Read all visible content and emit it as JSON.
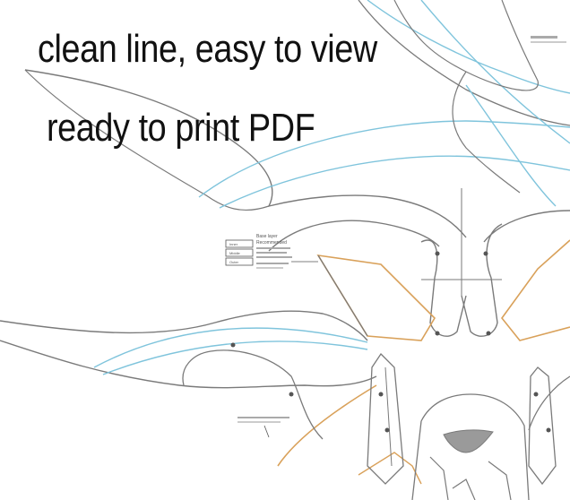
{
  "headlines": {
    "line1": "clean line, easy to view",
    "line2": "ready to print PDF"
  },
  "legend_box": {
    "title": "Base layer",
    "subtitle": "Recommended",
    "rows": [
      "Inner",
      "Middle",
      "Outer"
    ]
  },
  "colors": {
    "outline": "#7a7a7a",
    "seam": "#7fc4dc",
    "panel_edge": "#d9a15a",
    "dark_gusset": "#9a9a9a",
    "text": "#111111"
  }
}
